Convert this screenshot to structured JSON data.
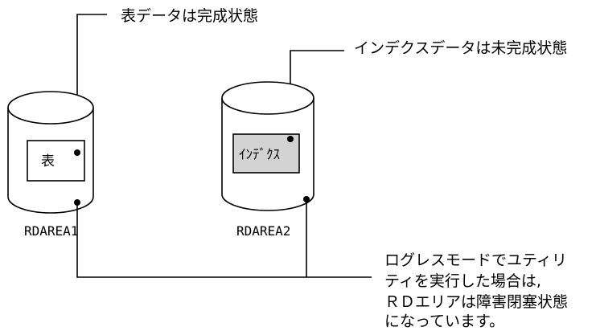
{
  "callouts": {
    "table_status": "表データは完成状態",
    "index_status": "インデクスデータは未完成状態"
  },
  "rdareas": [
    {
      "name": "RDAREA1",
      "contents_label": "表",
      "contents_fill": "#ffffff"
    },
    {
      "name": "RDAREA2",
      "contents_label": "ｲﾝﾃﾞｸｽ",
      "contents_fill": "#d3d3d3"
    }
  ],
  "note": {
    "lines": [
      "ログレスモードでユティリ",
      "ティを実行した場合は,",
      "ＲＤエリアは障害閉塞状態",
      "になっています。"
    ]
  }
}
